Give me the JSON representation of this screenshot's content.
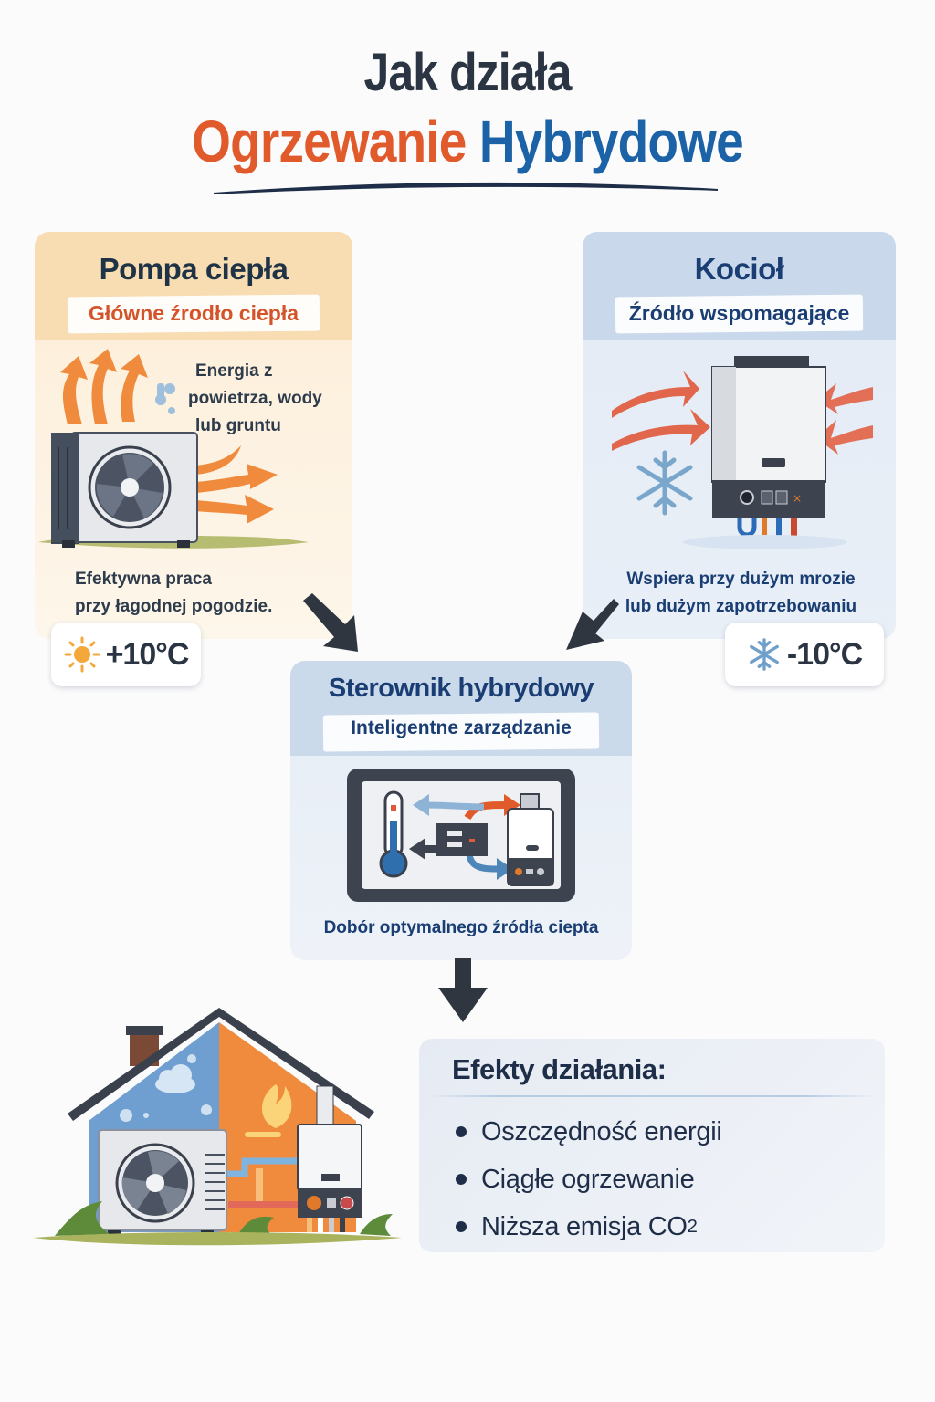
{
  "header": {
    "title_line1": "Jak działa",
    "title_word_orange": "Ogrzewanie",
    "title_word_blue": "Hybrydowe"
  },
  "colors": {
    "orange_accent": "#e05a2b",
    "blue_accent": "#1b62a6",
    "dark_text": "#2b3442",
    "navy_text": "#1a3e73",
    "arrow": "#2f3640"
  },
  "heat_pump": {
    "title": "Pompa ciepła",
    "subtitle": "Główne źrodło ciepła",
    "energy_text": [
      "Energia z",
      "powietrza, wody",
      "lub gruntu"
    ],
    "efficiency_text": [
      "Efektywna praca",
      "przy łagodnej pogodzie."
    ],
    "temperature_icon": "sun-icon",
    "temperature": "+10°C"
  },
  "boiler": {
    "title": "Kocioł",
    "subtitle": "Źródło wspomagające",
    "support_text": [
      "Wspiera przy dużym mrozie",
      "lub dużym zapotrzebowaniu"
    ],
    "temperature_icon": "snowflake-icon",
    "temperature": "-10°C"
  },
  "controller": {
    "title": "Sterownik hybrydowy",
    "subtitle": "Inteligentne zarządzanie",
    "caption": "Dobór optymalnego źródła ciepta"
  },
  "effects": {
    "title": "Efekty działania:",
    "items": [
      "Oszczędność energii",
      "Ciągłe ogrzewanie",
      "Niższa emisja CO"
    ],
    "co2_subscript": "2"
  }
}
